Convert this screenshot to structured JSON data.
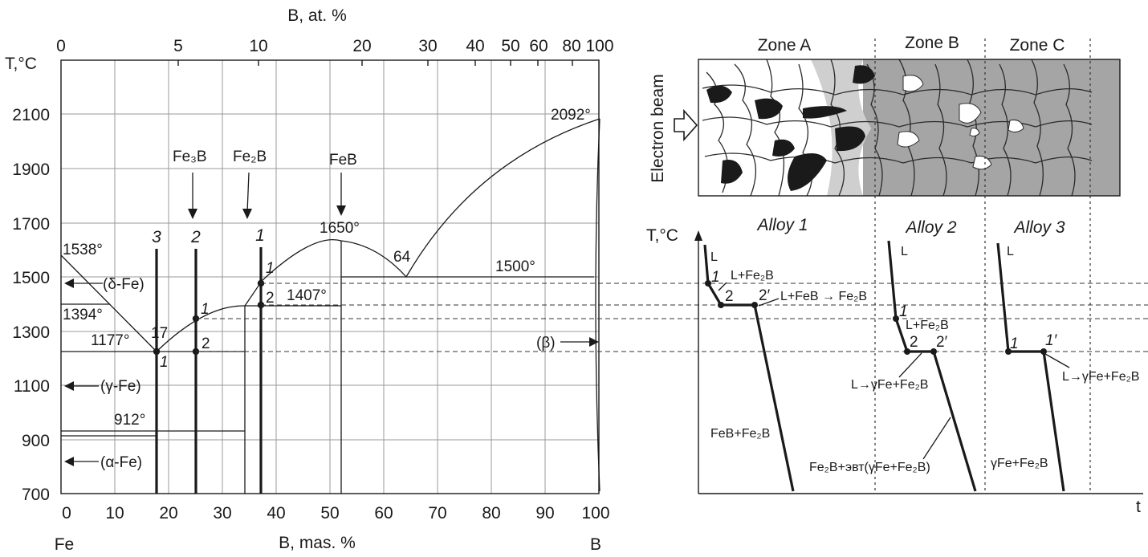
{
  "phase_diagram": {
    "top_axis_title": "B, at. %",
    "top_ticks": [
      "0",
      "5",
      "10",
      "20",
      "30",
      "40",
      "50",
      "60",
      "80",
      "100"
    ],
    "y_axis_title": "T,°C",
    "y_ticks": [
      "2100",
      "1900",
      "1700",
      "1500",
      "1300",
      "1100",
      "900",
      "700"
    ],
    "bottom_ticks": [
      "0",
      "10",
      "20",
      "30",
      "40",
      "50",
      "60",
      "70",
      "80",
      "90",
      "100"
    ],
    "bottom_axis_title": "B, mas. %",
    "left_element": "Fe",
    "right_element": "B",
    "labels": {
      "t_2092": "2092°",
      "fe3b": "Fe₃B",
      "fe2b": "Fe₂B",
      "feb": "FeB",
      "t_1650": "1650°",
      "t_1538": "1538°",
      "eut_64": "64",
      "t_1500": "1500°",
      "delta_fe": "(δ-Fe)",
      "t_1394": "1394°",
      "t_1407": "1407°",
      "t_1177": "1177°",
      "eut_17": "17",
      "beta": "(β)",
      "gamma_fe": "(γ-Fe)",
      "t_912": "912°",
      "alpha_fe": "(α-Fe)",
      "alloy3": "3",
      "alloy2": "2",
      "alloy1": "1",
      "pt_1": "1",
      "pt_2": "2"
    }
  },
  "microstructure": {
    "zone_a": "Zone A",
    "zone_b": "Zone B",
    "zone_c": "Zone C",
    "beam_label": "Electron beam"
  },
  "cooling_curves": {
    "y_axis_title": "T,°C",
    "x_axis_title": "t",
    "alloy1_title": "Alloy 1",
    "alloy2_title": "Alloy 2",
    "alloy3_title": "Alloy 3",
    "L": "L",
    "pt_1": "1",
    "pt_2": "2",
    "pt_2p": "2′",
    "pt_1p": "1′",
    "a1_l_fe2b": "L+Fe₂B",
    "a1_reaction": "L+FeB → Fe₂B",
    "a1_solid": "FeB+Fe₂B",
    "a2_l_fe2b": "L+Fe₂B",
    "a2_eutectic": "L→γFe+Fe₂B",
    "a2_solid": "Fe₂B+эвт(γFe+Fe₂B)",
    "a3_eutectic": "L→γFe+Fe₂B",
    "a3_solid": "γFe+Fe₂B"
  }
}
